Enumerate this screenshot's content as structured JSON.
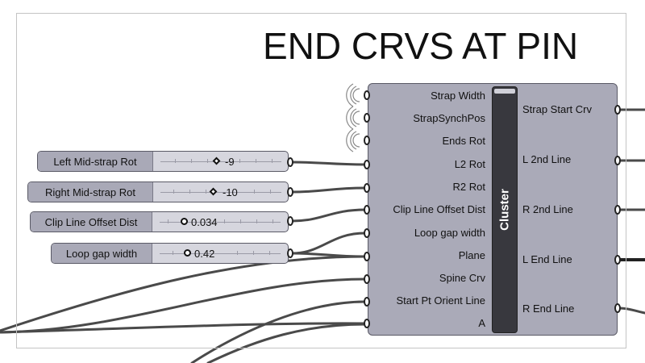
{
  "group": {
    "title": "END CRVS AT PIN"
  },
  "cluster": {
    "label": "Cluster",
    "inputs": [
      "Strap Width",
      "StrapSynchPos",
      "Ends Rot",
      "L2 Rot",
      "R2 Rot",
      "Clip Line Offset Dist",
      "Loop gap width",
      "Plane",
      "Spine Crv",
      "Start Pt Orient Line",
      "A"
    ],
    "outputs": [
      "Strap Start Crv",
      "L 2nd Line",
      "R 2nd Line",
      "L End Line",
      "R End Line"
    ]
  },
  "sliders": [
    {
      "name": "Left Mid-strap Rot",
      "value": "-9",
      "knob": "diamond"
    },
    {
      "name": "Right Mid-strap Rot",
      "value": "-10",
      "knob": "diamond"
    },
    {
      "name": "Clip Line Offset Dist",
      "value": "0.034",
      "knob": "circle"
    },
    {
      "name": "Loop gap width",
      "value": "0.42",
      "knob": "circle"
    }
  ],
  "colors": {
    "component_fill": "#aaaab8",
    "cluster_bar": "#38383e",
    "wire": "#4a4a4a",
    "slider_body": "#d6d6de"
  }
}
